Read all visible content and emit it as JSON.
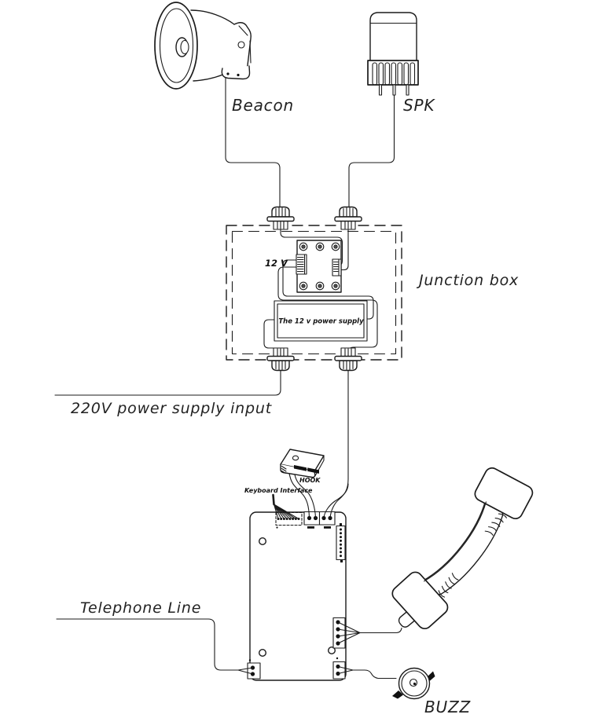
{
  "diagram": {
    "labels": {
      "beacon": "Beacon",
      "spk": "SPK",
      "junction_box": "Junction box",
      "twelve_v": "12 V",
      "power_supply_box": "The 12 v power supply",
      "power_input": "220V power supply input",
      "keyboard_interface": "Keyboard Interface",
      "hook": "HOOK",
      "telephone_line": "Telephone Line",
      "buzz": "BUZZ"
    },
    "colors": {
      "line": "#1b1b1b",
      "background": "#ffffff"
    },
    "components": [
      "beacon-horn",
      "speaker",
      "junction-box",
      "terminal-board",
      "power-supply",
      "cable-glands",
      "hook-switch",
      "main-pcb",
      "telephone-handset",
      "buzzer"
    ]
  }
}
